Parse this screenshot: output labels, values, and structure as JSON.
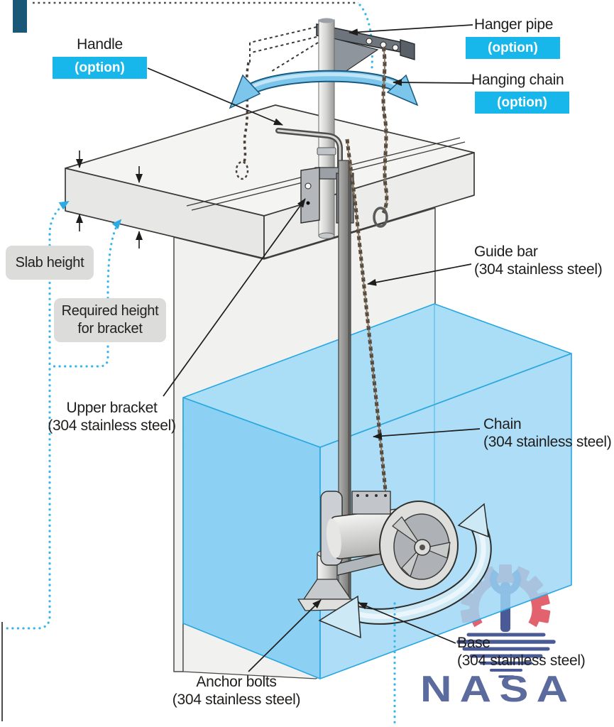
{
  "colors": {
    "accent_cyan": "#18b7eb",
    "water_blue": "#8cd1f3",
    "water_edge": "#2aa7e0",
    "navy_corner_bar": "#1b5878",
    "gray_badge_bg": "#dcdcda",
    "logo_red": "#e2636e",
    "logo_blue": "#4a5a96",
    "watermark_text": "#5b6b9e"
  },
  "annotations": {
    "handle": {
      "title": "Handle",
      "badge": "(option)"
    },
    "hanger_pipe": {
      "title": "Hanger pipe",
      "badge": "(option)"
    },
    "hanging_chain": {
      "title": "Hanging chain",
      "badge": "(option)"
    },
    "slab_height": {
      "title": "Slab height"
    },
    "required_height": {
      "line1": "Required height",
      "line2": "for bracket"
    },
    "upper_bracket": {
      "line1": "Upper bracket",
      "line2": "(304 stainless steel)"
    },
    "guide_bar": {
      "line1": "Guide bar",
      "line2": "(304 stainless steel)"
    },
    "chain": {
      "line1": "Chain",
      "line2": "(304 stainless steel)"
    },
    "base": {
      "line1": "Base",
      "line2": "(304 stainless steel)"
    },
    "anchor_bolts": {
      "line1": "Anchor bolts",
      "line2": "(304 stainless steel)"
    }
  },
  "watermark": {
    "text": "NASA"
  }
}
